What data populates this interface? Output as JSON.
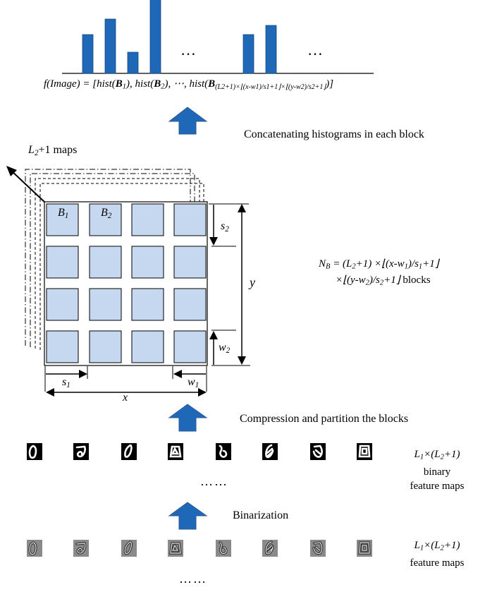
{
  "histogram": {
    "ellipsis_left": "…",
    "ellipsis_right": "…",
    "formula": {
      "lhs": "f(Image) = [hist(",
      "b1": "B",
      "sub1": "1",
      "mid1": "), hist(",
      "b2": "B",
      "sub2": "2",
      "mid2": "), ⋯, hist(",
      "b3": "B",
      "sub3": "(L2+1)×⌊(x-w1)/s1+1⌋×⌊(y-w2)/s2+1⌋",
      "rhs": ")]"
    }
  },
  "steps": {
    "concatenating": "Concatenating histograms in each block",
    "compression": "Compression and partition the blocks",
    "binarization": "Binarization"
  },
  "maps_label": {
    "prefix": "L",
    "sub": "2",
    "suffix": "+1",
    "word": " maps"
  },
  "grid_labels": {
    "b1": "B",
    "b1_sub": "1",
    "b2": "B",
    "b2_sub": "2",
    "s2": "s",
    "s2_sub": "2",
    "y": "y",
    "w2": "w",
    "w2_sub": "2",
    "s1": "s",
    "s1_sub": "1",
    "w1": "w",
    "w1_sub": "1",
    "x": "x"
  },
  "nb_formula": {
    "line1_a": "N",
    "line1_sub": "B",
    "line1_b": " = (L",
    "line1_sub2": "2",
    "line1_c": "+1) ×⌊(x-w",
    "line1_sub3": "1",
    "line1_d": ")/s",
    "line1_sub4": "1",
    "line1_e": "+1⌋",
    "line2_a": "×⌊(y-w",
    "line2_sub": "2",
    "line2_b": ")/s",
    "line2_sub2": "2",
    "line2_c": "+1⌋",
    "line2_d": " blocks"
  },
  "binary_label": {
    "l1": "L",
    "l1_sub": "1",
    "mid": "×(L",
    "l2_sub": "2",
    "end": "+1)",
    "line2": "binary",
    "line3": "feature maps"
  },
  "feature_label": {
    "l1": "L",
    "l1_sub": "1",
    "mid": "×(L",
    "l2_sub": "2",
    "end": "+1)",
    "line2": "feature maps"
  },
  "dots_binary": "……",
  "dots_feature": "……",
  "chart_data": {
    "type": "bar",
    "values": [
      55,
      77,
      30,
      105,
      55,
      68
    ],
    "groups": [
      4,
      2
    ]
  },
  "colors": {
    "bar": "#1f68b8",
    "arrow": "#1f68b8",
    "block": "#c5d8ef",
    "block_border": "#000000"
  }
}
